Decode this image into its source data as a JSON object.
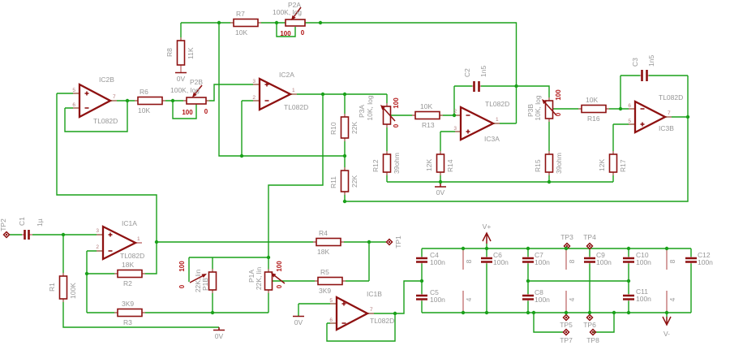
{
  "colors": {
    "wire": "#19a019",
    "component": "#8e1111",
    "pin_stub": "#c47777",
    "label_gray": "#969696",
    "pot_value_red": "#b01212",
    "background": "#ffffff"
  },
  "power": {
    "vplus": "V+",
    "vminus": "V-",
    "ground": "0V",
    "pin8": "8",
    "pin4": "4"
  },
  "opamp_pins": {
    "a": {
      "plus": "3",
      "minus": "2",
      "out": "1"
    },
    "b": {
      "plus": "5",
      "minus": "6",
      "out": "7"
    }
  },
  "opamps": {
    "ic1a": {
      "ref": "IC1A",
      "part": "TL082D"
    },
    "ic1b": {
      "ref": "IC1B",
      "part": "TL082D"
    },
    "ic2a": {
      "ref": "IC2A",
      "part": "TL082D"
    },
    "ic2b": {
      "ref": "IC2B",
      "part": "TL082D"
    },
    "ic3a": {
      "ref": "IC3A",
      "part": "TL082D"
    },
    "ic3b": {
      "ref": "IC3B",
      "part": "TL082D"
    }
  },
  "resistors": {
    "r1": {
      "ref": "R1",
      "value": "100K"
    },
    "r2": {
      "ref": "R2",
      "value": "18K"
    },
    "r3": {
      "ref": "R3",
      "value": "3K9"
    },
    "r4": {
      "ref": "R4",
      "value": "18K"
    },
    "r5": {
      "ref": "R5",
      "value": "3K9"
    },
    "r6": {
      "ref": "R6",
      "value": "10K"
    },
    "r7": {
      "ref": "R7",
      "value": "10K"
    },
    "r8": {
      "ref": "R8",
      "value": "11K"
    },
    "r10": {
      "ref": "R10",
      "value": "22K"
    },
    "r11": {
      "ref": "R11",
      "value": "22K"
    },
    "r12": {
      "ref": "R12",
      "value": "39ohm"
    },
    "r13": {
      "ref": "R13",
      "value": "10K"
    },
    "r14": {
      "ref": "R14",
      "value": "12K"
    },
    "r15": {
      "ref": "R15",
      "value": "39ohm"
    },
    "r16": {
      "ref": "R16",
      "value": "10K"
    },
    "r17": {
      "ref": "R17",
      "value": "12K"
    }
  },
  "capacitors": {
    "c1": {
      "ref": "C1",
      "value": "1µ"
    },
    "c2": {
      "ref": "C2",
      "value": "1n5"
    },
    "c3": {
      "ref": "C3",
      "value": "1n5"
    },
    "c4": {
      "ref": "C4",
      "value": "100n"
    },
    "c5": {
      "ref": "C5",
      "value": "100n"
    },
    "c6": {
      "ref": "C6",
      "value": "100n"
    },
    "c7": {
      "ref": "C7",
      "value": "100n"
    },
    "c8": {
      "ref": "C8",
      "value": "100n"
    },
    "c9": {
      "ref": "C9",
      "value": "100n"
    },
    "c10": {
      "ref": "C10",
      "value": "100n"
    },
    "c11": {
      "ref": "C11",
      "value": "100n"
    },
    "c12": {
      "ref": "C12",
      "value": "100n"
    }
  },
  "pots": {
    "p1a": {
      "ref": "P1A",
      "value": "22K, lin",
      "hi": "100",
      "lo": "0"
    },
    "p1b": {
      "ref": "P1B",
      "value": "22K, lin",
      "hi": "100",
      "lo": "0"
    },
    "p2a": {
      "ref": "P2A",
      "value": "100K, log",
      "hi": "100",
      "lo": "0"
    },
    "p2b": {
      "ref": "P2B",
      "value": "100K, log",
      "hi": "100",
      "lo": "0"
    },
    "p3a": {
      "ref": "P3A",
      "value": "10K, log",
      "hi": "100",
      "lo": "0"
    },
    "p3b": {
      "ref": "P3B",
      "value": "10K, log",
      "hi": "100",
      "lo": "0"
    }
  },
  "testpoints": {
    "tp1": "TP1",
    "tp2": "TP2",
    "tp3": "TP3",
    "tp4": "TP4",
    "tp5": "TP5",
    "tp6": "TP6",
    "tp7": "TP7",
    "tp8": "TP8"
  }
}
